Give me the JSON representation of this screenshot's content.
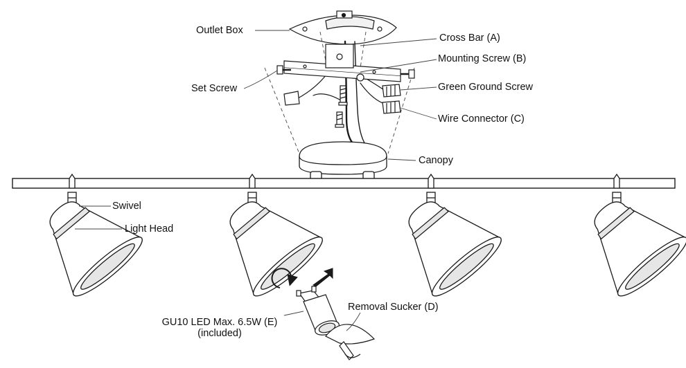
{
  "labels": {
    "outlet_box": "Outlet Box",
    "cross_bar": "Cross Bar (A)",
    "mounting_screw": "Mounting Screw (B)",
    "set_screw": "Set Screw",
    "green_ground_screw": "Green Ground Screw",
    "wire_connector": "Wire Connector (C)",
    "canopy": "Canopy",
    "swivel": "Swivel",
    "light_head": "Light Head",
    "removal_sucker": "Removal Sucker (D)",
    "gu10_line1": "GU10 LED Max. 6.5W (E)",
    "gu10_line2": "(included)"
  },
  "colors": {
    "line": "#1a1a1a",
    "fill": "#ffffff",
    "shade": "#e6e6e6"
  }
}
